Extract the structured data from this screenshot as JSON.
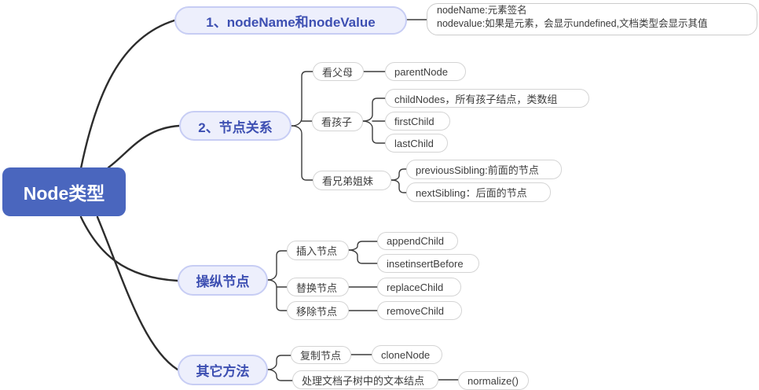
{
  "root": {
    "label": "Node类型"
  },
  "level1": {
    "name_value": {
      "label": "1、nodeName和nodeValue"
    },
    "relations": {
      "label": "2、节点关系"
    },
    "manipulate": {
      "label": "操纵节点"
    },
    "other": {
      "label": "其它方法"
    }
  },
  "note": {
    "line1": "nodeName:元素签名",
    "line2": "nodevalue:如果是元素，会显示undefined,文档类型会显示其值"
  },
  "level2": {
    "see_parent": {
      "label": "看父母"
    },
    "see_children": {
      "label": "看孩子"
    },
    "see_siblings": {
      "label": "看兄弟姐妹"
    },
    "insert_node": {
      "label": "插入节点"
    },
    "replace_node": {
      "label": "替换节点"
    },
    "remove_node": {
      "label": "移除节点"
    },
    "clone_node": {
      "label": "复制节点"
    },
    "normalize_text": {
      "label": "处理文档子树中的文本结点"
    }
  },
  "leaves": {
    "parent_node": {
      "label": "parentNode"
    },
    "child_nodes": {
      "label": "childNodes，所有孩子结点，类数组"
    },
    "first_child": {
      "label": "firstChild"
    },
    "last_child": {
      "label": "lastChild"
    },
    "previous_sibling": {
      "label": "previousSibling:前面的节点"
    },
    "next_sibling": {
      "label": "nextSibling：后面的节点"
    },
    "append_child": {
      "label": "appendChild"
    },
    "insert_before": {
      "label": "insetinsertBefore"
    },
    "replace_child": {
      "label": "replaceChild"
    },
    "remove_child": {
      "label": "removeChild"
    },
    "clone_node_fn": {
      "label": "cloneNode"
    },
    "normalize_fn": {
      "label": "normalize()"
    }
  },
  "colors": {
    "root_bg": "#4A66BE",
    "root_text": "#FFFFFF",
    "branch_bg": "#EDEFFC",
    "branch_border": "#C7CDF4",
    "branch_text": "#3D4FB2",
    "leaf_border": "#D4D4D4",
    "leaf_text": "#3D3D3D",
    "thick_line": "#2D2D2D",
    "thin_line": "#3C3C3C"
  }
}
